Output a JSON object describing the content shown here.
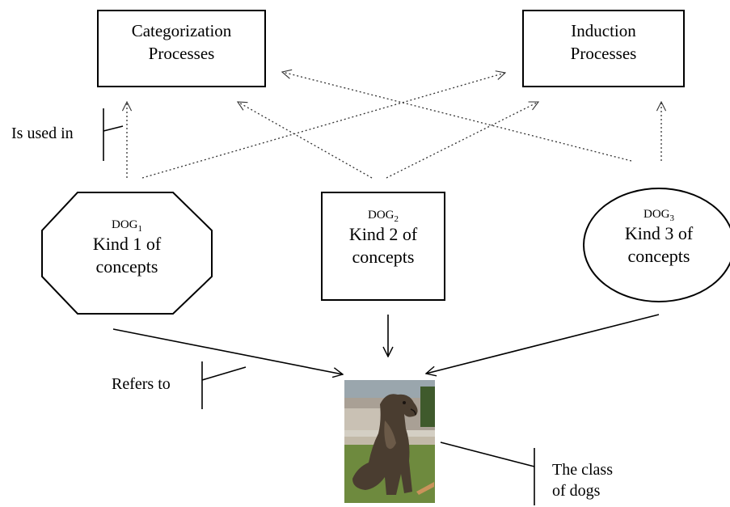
{
  "boxes": {
    "categorization": {
      "line1": "Categorization",
      "line2": "Processes"
    },
    "induction": {
      "line1": "Induction",
      "line2": "Processes"
    }
  },
  "concepts": [
    {
      "name": "DOG",
      "subscript": "1",
      "line1": "Kind 1 of",
      "line2": "concepts",
      "shape": "octagon"
    },
    {
      "name": "DOG",
      "subscript": "2",
      "line1": "Kind 2 of",
      "line2": "concepts",
      "shape": "rectangle"
    },
    {
      "name": "DOG",
      "subscript": "3",
      "line1": "Kind 3 of",
      "line2": "concepts",
      "shape": "ellipse"
    }
  ],
  "annotations": {
    "is_used_in": "Is used in",
    "refers_to": "Refers to",
    "class_line1": "The class",
    "class_line2": "of dogs"
  },
  "colors": {
    "line": "#000000",
    "dotted": "#444444",
    "photo_sky": "#b9c3c9",
    "photo_grass": "#6e8a3e",
    "photo_dog": "#4a3d30"
  }
}
